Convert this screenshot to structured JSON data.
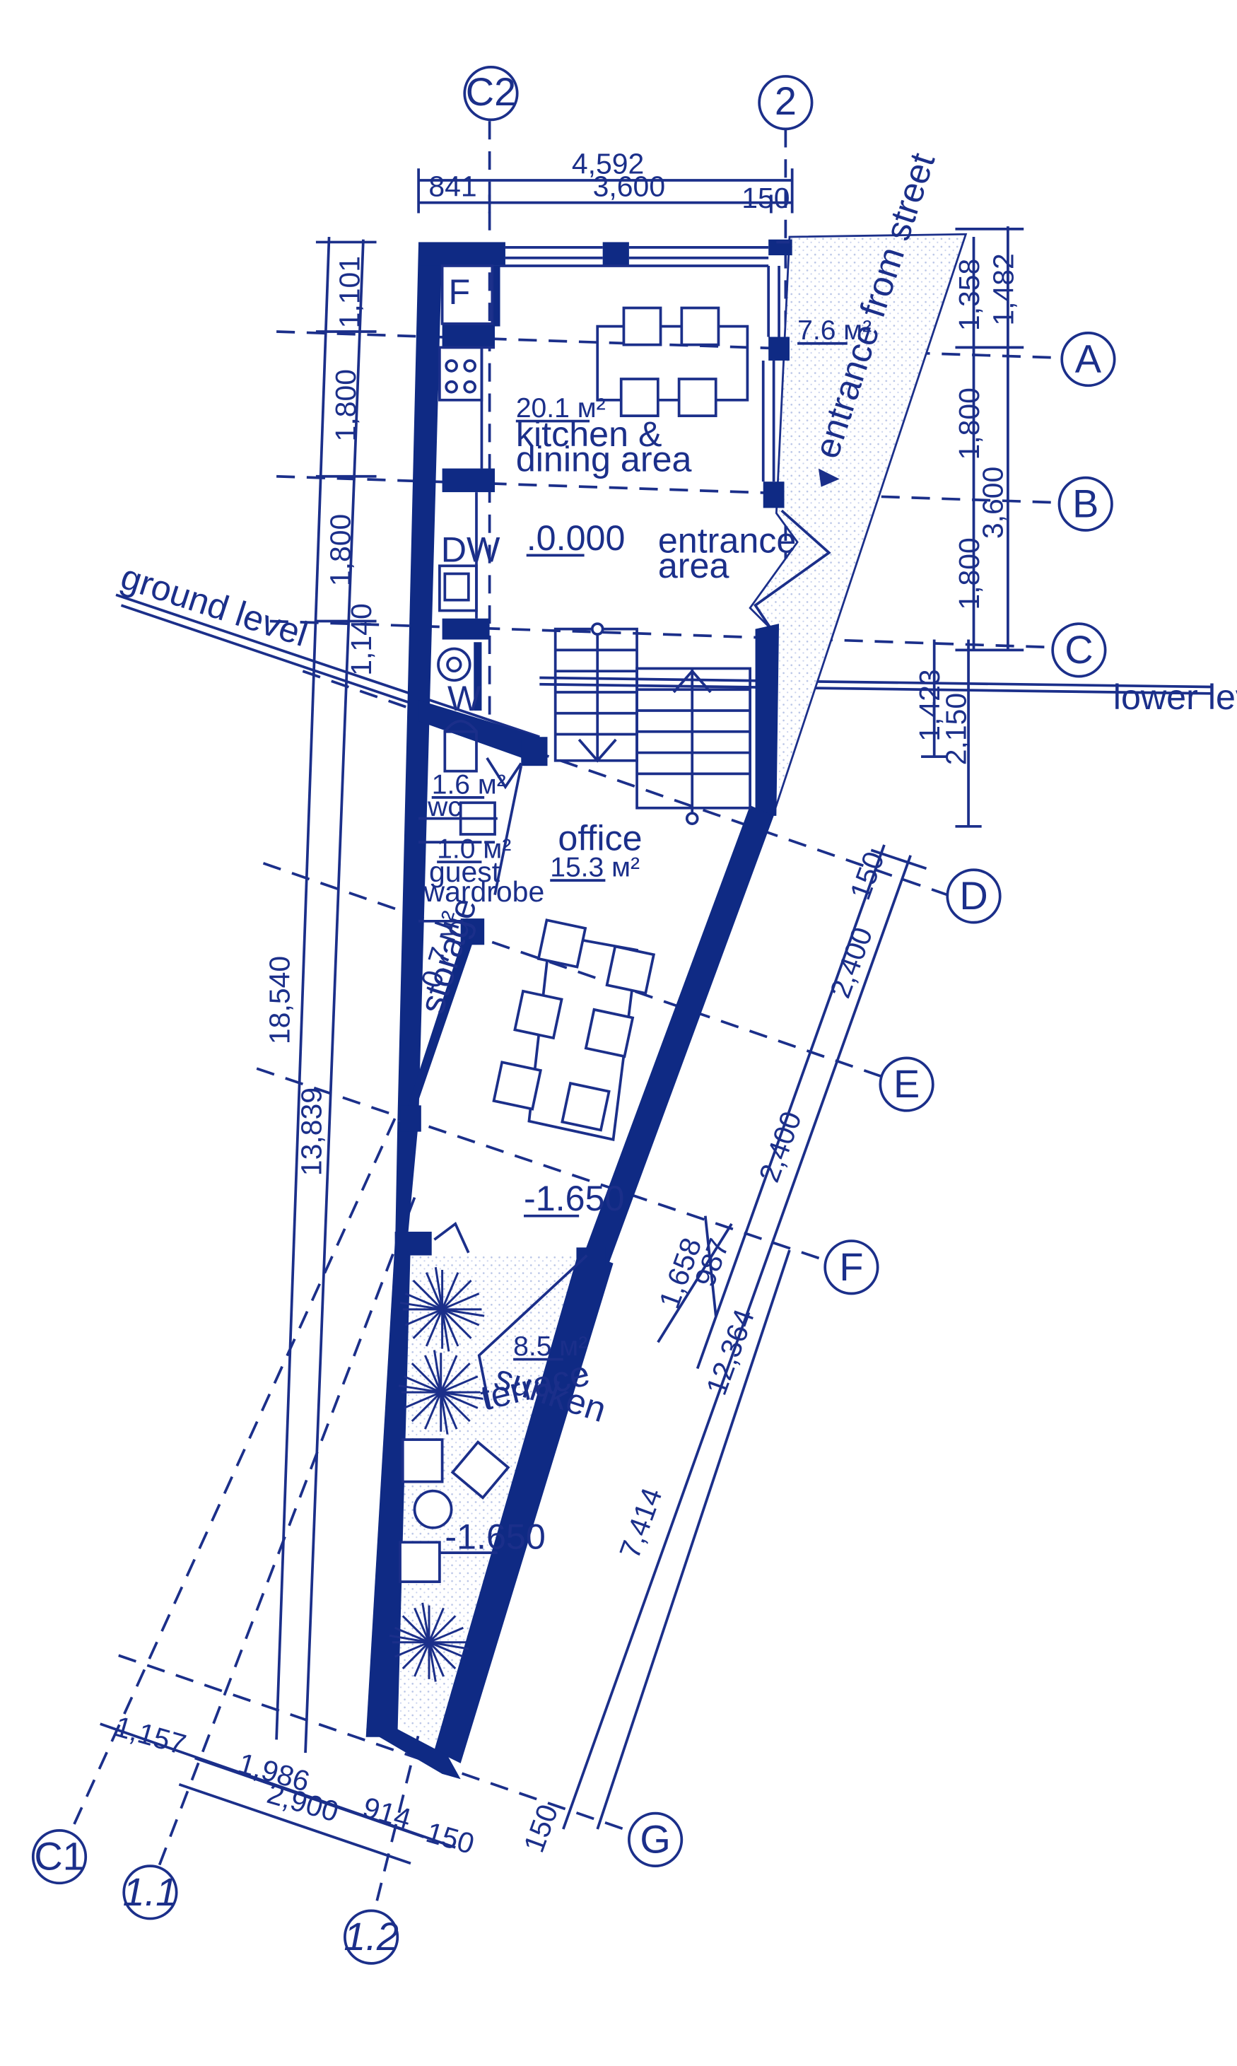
{
  "colors": {
    "ink": "#1b2f8a",
    "wall": "#0f2a84",
    "paper": "#ffffff",
    "hatch": "#b8c4e6"
  },
  "axes": {
    "c2": "C2",
    "two": "2",
    "a": "A",
    "b": "B",
    "c": "C",
    "d": "D",
    "e": "E",
    "f": "F",
    "g": "G",
    "c1": "C1",
    "one_one": "1.1",
    "one_two": "1.2"
  },
  "rooms": {
    "fridge": "F",
    "kitchen_area": "20.1 м²",
    "kitchen_name_1": "kitchen &",
    "kitchen_name_2": "dining area",
    "dishwasher": "DW",
    "level_entrance": ".0.000",
    "entrance_1": "entrance",
    "entrance_2": "area",
    "washer": "W",
    "wc_area": "1.6 м²",
    "wc_name": "wc",
    "wardrobe_area": "1.0 м²",
    "wardrobe_name_1": "guest",
    "wardrobe_name_2": "wardrobe",
    "storage_area": "0.7 м²",
    "storage_name": "storage",
    "office_name": "office",
    "office_area": "15.3 м²",
    "level_office": "-1.650",
    "terrace_area": "8.5 м²",
    "terrace_name_1": "sunken",
    "terrace_name_2": "terrace",
    "level_terrace": "-1.650",
    "street_area": "7.6 м²",
    "street_entrance": "entrance from street",
    "ground_level": "ground level",
    "lower_level": "lower level"
  },
  "dimensions": {
    "top_total": "4,592",
    "top_left": "841",
    "top_mid": "3,600",
    "top_right": "150",
    "left_1101": "1,101",
    "left_1800a": "1,800",
    "left_1800b": "1,800",
    "left_1140": "1,140",
    "left_18540": "18,540",
    "left_13839": "13,839",
    "right_1358": "1,358",
    "right_1482": "1,482",
    "right_1800a": "1,800",
    "right_3600": "3,600",
    "right_1800b": "1,800",
    "right_1423": "1,423",
    "right_2150": "2,150",
    "diag_150a": "150",
    "diag_2400a": "2,400",
    "diag_2400b": "2,400",
    "diag_1658": "1,658",
    "diag_987": "987",
    "diag_12364": "12,364",
    "diag_7414": "7,414",
    "diag_150b": "150",
    "bot_1157": "1,157",
    "bot_1986": "1,986",
    "bot_2900": "2,900",
    "bot_914": "914",
    "bot_150": "150"
  }
}
